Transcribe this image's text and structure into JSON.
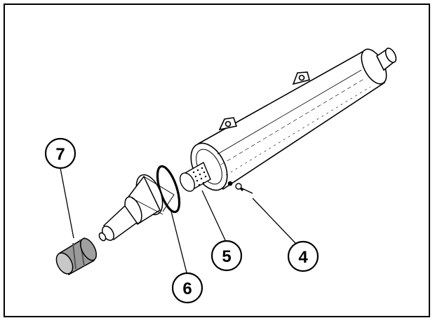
{
  "figure": {
    "description_visible": false,
    "callouts": [
      {
        "id": "c7",
        "label": "7"
      },
      {
        "id": "c6",
        "label": "6"
      },
      {
        "id": "c5",
        "label": "5"
      },
      {
        "id": "c4",
        "label": "4"
      }
    ]
  },
  "colors": {
    "line": "#000000",
    "paper": "#ffffff",
    "shade": "#b8b8b8",
    "dark": "#555555"
  }
}
